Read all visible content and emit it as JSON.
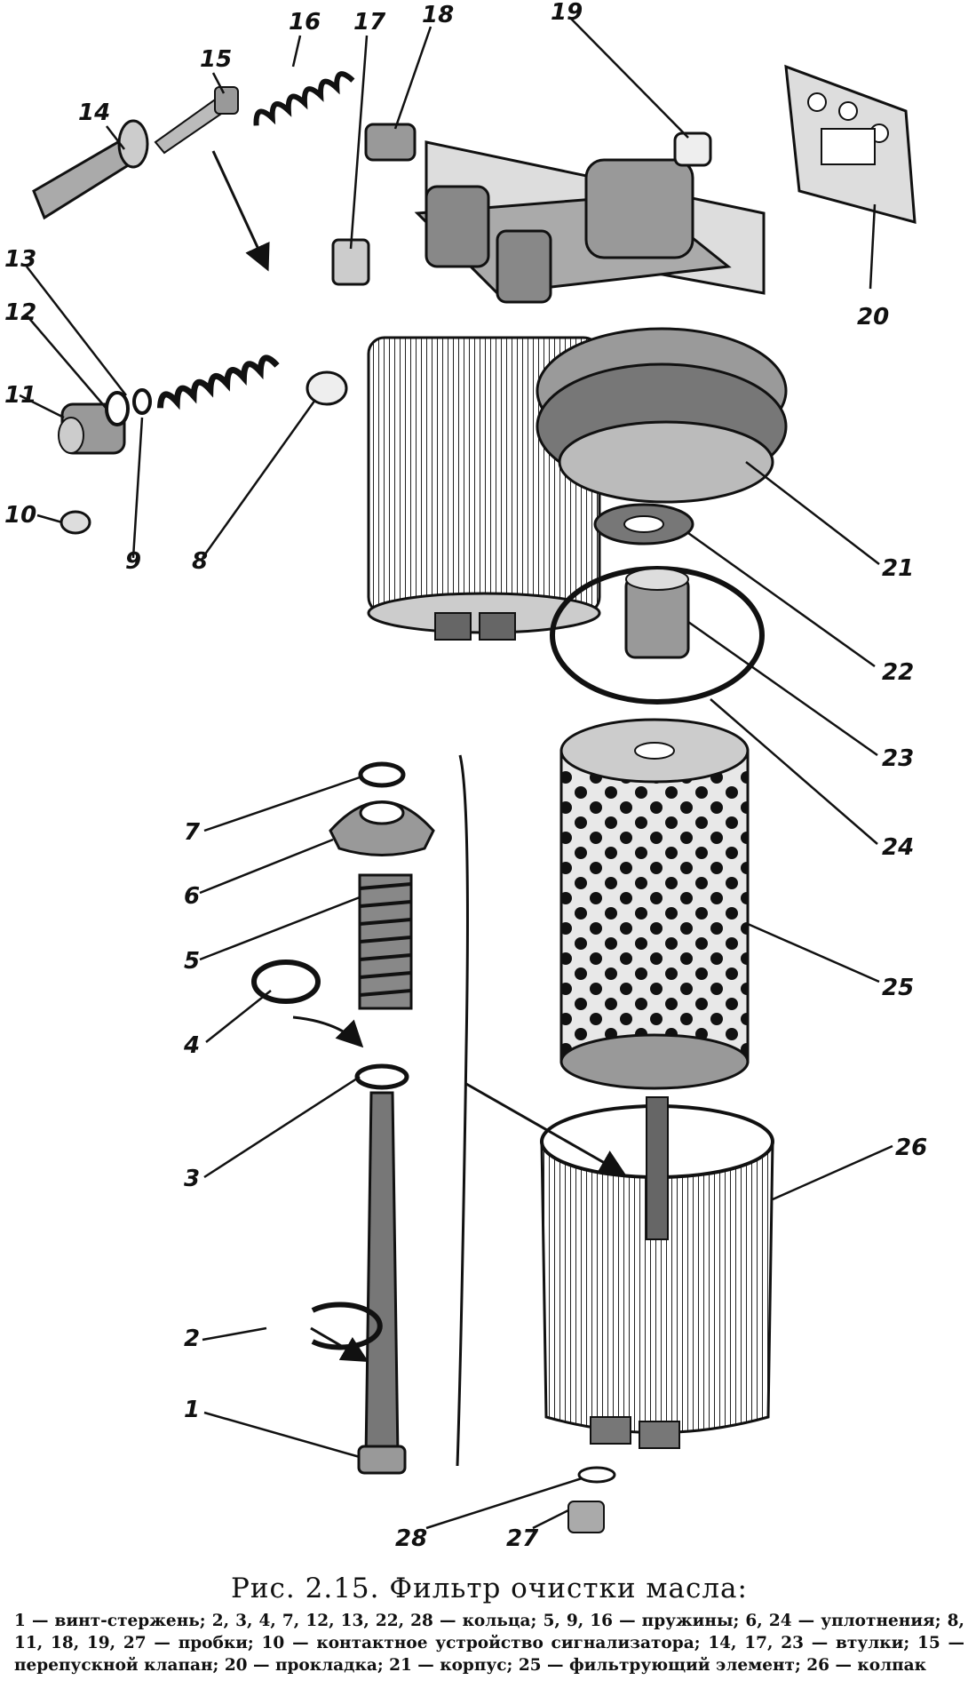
{
  "figure": {
    "labels": [
      "1",
      "2",
      "3",
      "4",
      "5",
      "6",
      "7",
      "8",
      "9",
      "10",
      "11",
      "12",
      "13",
      "14",
      "15",
      "16",
      "17",
      "18",
      "19",
      "20",
      "21",
      "22",
      "23",
      "24",
      "25",
      "26",
      "27",
      "28"
    ]
  },
  "caption": {
    "title": "Рис. 2.15. Фильтр очистки масла:",
    "legend": [
      "1 — винт-стержень;",
      "2, 3, 4, 7, 12, 13, 22, 28 — кольца;",
      "5, 9, 16 — пружины;",
      "6, 24 — уплотнения;",
      "8, 11, 18, 19, 27 — пробки;",
      "10 — контактное устройство сигнализатора;",
      "14, 17, 23 — втулки;",
      "15 — перепускной клапан;",
      "20 — прокладка;",
      "21 — корпус;",
      "25 — фильтрующий элемент;",
      "26 — колпак"
    ]
  }
}
